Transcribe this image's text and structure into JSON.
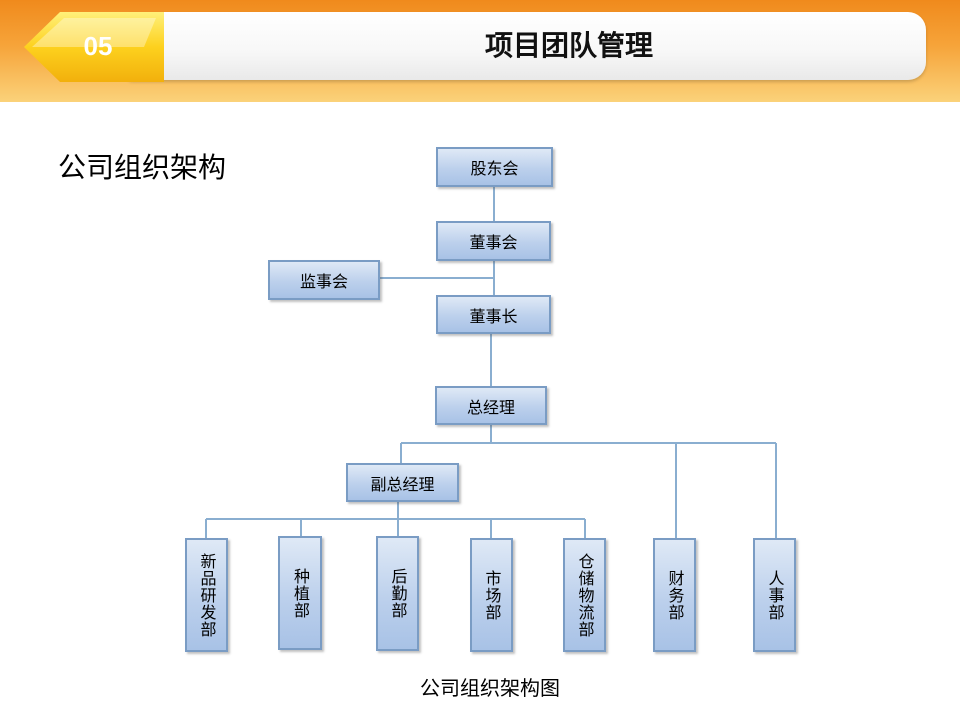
{
  "header": {
    "badge_number": "05",
    "title": "项目团队管理"
  },
  "main": {
    "section_heading": "公司组织架构",
    "caption": "公司组织架构图"
  },
  "org_chart": {
    "nodes": {
      "shareholders": "股东会",
      "board": "董事会",
      "supervisors": "监事会",
      "chairman": "董事长",
      "general_manager": "总经理",
      "deputy_gm": "副总经理",
      "new_product_rd": "新品研发部",
      "planting": "种植部",
      "logistics": "后勤部",
      "market": "市场部",
      "warehouse_logistics": "仓储物流部",
      "finance": "财务部",
      "hr": "人事部"
    }
  },
  "colors": {
    "header_orange": "#f08a1c",
    "badge_yellow": "#fdd11e",
    "box_fill": "#bcd0ec",
    "box_border": "#7a9cc4",
    "connector": "#8aaed0"
  }
}
